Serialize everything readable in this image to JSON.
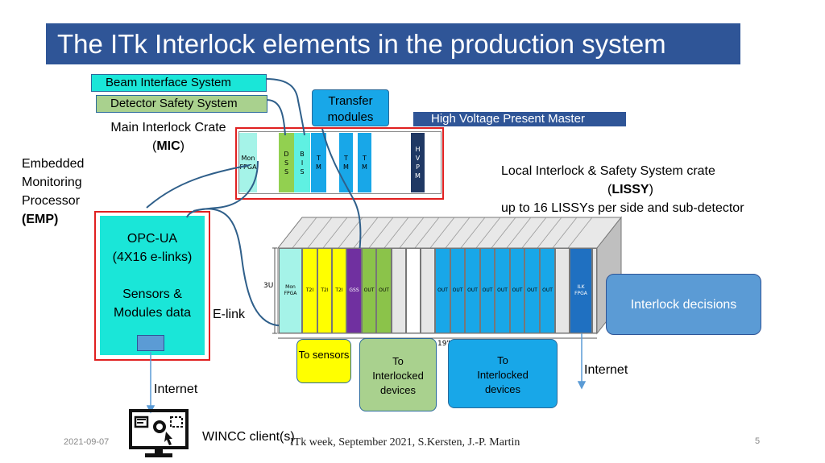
{
  "title": "The ITk Interlock elements in the production system",
  "inputs": {
    "beam": "Beam Interface System",
    "detector_safety": "Detector Safety System"
  },
  "transfer_modules": "Transfer modules",
  "hvpm_label": "High Voltage Present Master",
  "mic": {
    "label_line1": "Main Interlock Crate",
    "label_paren_open": "(",
    "label_bold": "MIC",
    "label_paren_close": ")",
    "slots": {
      "mon_fpga": "Mon\nFPGA",
      "dss": "D\nS\nS",
      "bis": "B\nI\nS",
      "tm1": "T\nM",
      "tm2": "T\nM",
      "tm3": "T\nM",
      "hvpm": "H\nV\nP\nM"
    }
  },
  "emp": {
    "line1": "Embedded",
    "line2": "Monitoring",
    "line3": "Processor",
    "line4": "(EMP)",
    "box_line1": "OPC-UA",
    "box_line2": "(4X16 e-links)",
    "box_line3": "Sensors &",
    "box_line4": "Modules data"
  },
  "lissy": {
    "line1": "Local Interlock & Safety System crate",
    "paren_open": "(",
    "bold": "LISSY",
    "paren_close": ")",
    "line3": "up to 16 LISSYs per side and sub-detector"
  },
  "rack": {
    "height_label": "3U",
    "width_label": "19\"",
    "mon_fpga": "Mon FPGA",
    "t2i": "T2I",
    "gss": "GSS",
    "out": "OUT",
    "ilk_fpga": "ILK FPGA"
  },
  "elink": "E-link",
  "outputs": {
    "sensors": "To sensors",
    "interlocked1": "To Interlocked devices",
    "interlocked2": "To Interlocked devices"
  },
  "decisions": "Interlock decisions",
  "internet_left": "Internet",
  "internet_right": "Internet",
  "wincc": "WINCC client(s)",
  "footer": {
    "date": "2021-09-07",
    "center": "ITk week, September 2021, S.Kersten, J.-P. Martin",
    "page": "5"
  },
  "colors": {
    "title_bg": "#2f5597",
    "cyan": "#1ae6d8",
    "green": "#a9d18e",
    "blue": "#18a7e8",
    "yellow": "#ffff00",
    "purple": "#7030a0",
    "dark_green": "#8bc34a",
    "light_blue": "#5b9bd5",
    "red_frame": "#e02020"
  }
}
